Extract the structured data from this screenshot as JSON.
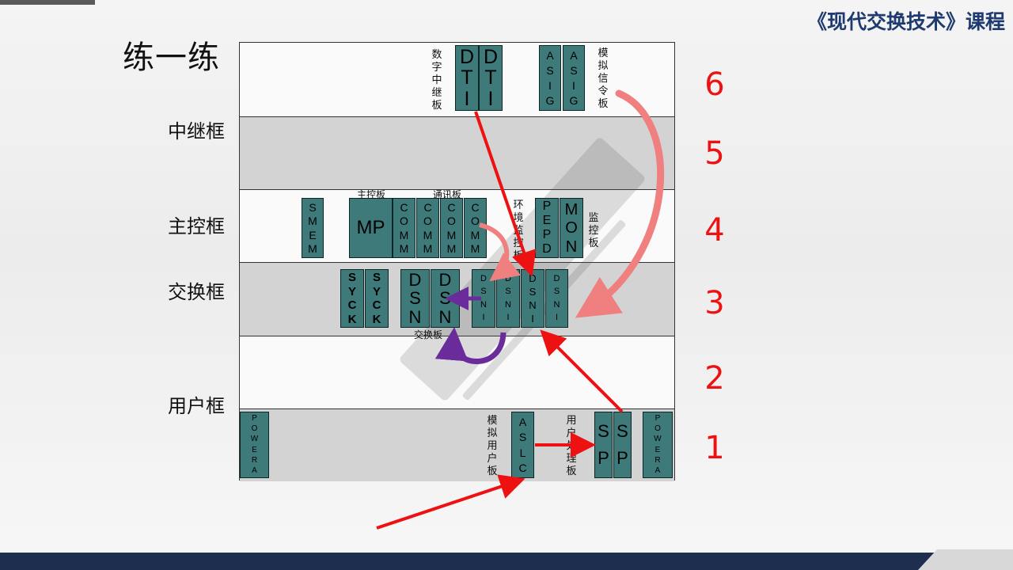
{
  "course_title": "《现代交换技术》课程",
  "page_title": "练一练",
  "frame_labels": {
    "relay": "中继框",
    "main_control": "主控框",
    "switching": "交换框",
    "user": "用户框"
  },
  "shelf_numbers": [
    "6",
    "5",
    "4",
    "3",
    "2",
    "1"
  ],
  "labels": {
    "digital_relay_board": "数字中继板",
    "analog_signal_board": "模拟信令板",
    "main_control_board": "主控板",
    "comm_board": "通讯板",
    "env_monitor_board": "环境监控板",
    "monitor_board": "监控板",
    "switch_board": "交换板",
    "analog_user_board": "模拟用户板",
    "user_processing_board": "用户处理板"
  },
  "cards": {
    "dti1": "DTI",
    "dti2": "DTI",
    "asig1": "ASIG",
    "asig2": "ASIG",
    "smem": "SMEM",
    "mp": "MP",
    "comm1": "COMM",
    "comm2": "COMM",
    "comm3": "COMM",
    "comm4": "COMM",
    "pepd": "PEPD",
    "mon": "MON",
    "syck1": "SYCK",
    "syck2": "SYCK",
    "dsn1": "DSN",
    "dsn2": "DSN",
    "dsni1": "DSNI",
    "dsni2": "DSNI",
    "dsni3": "DSNI",
    "dsni4": "DSNI",
    "powera1": "POWERA",
    "powera2": "POWERA",
    "aslc": "ASLC",
    "sp1": "SP",
    "sp2": "SP"
  },
  "colors": {
    "card": "#3f7a7a",
    "arrow_red": "#ee1111",
    "arrow_pink": "#f08080",
    "arrow_purple": "#6a2c9a",
    "number_red": "#ee1111",
    "title_blue": "#1f3a6e"
  }
}
